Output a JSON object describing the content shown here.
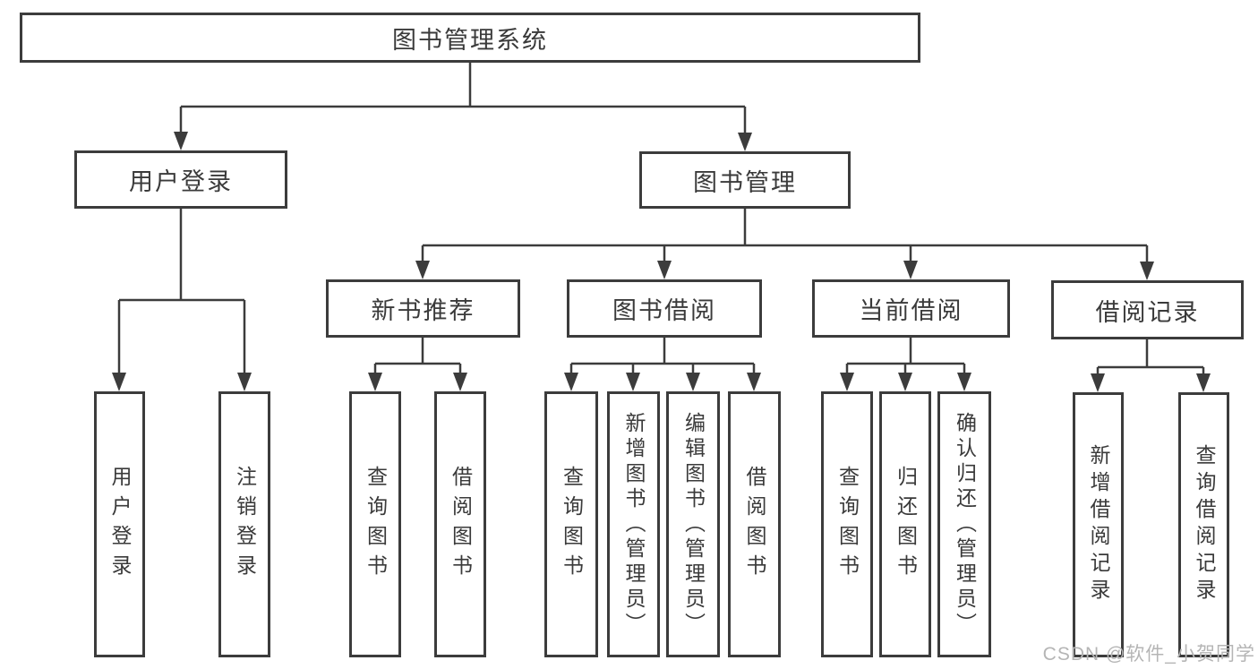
{
  "diagram": {
    "line_color": "#3c3c3c",
    "box_background": "#ffffff",
    "text_color": "#3a3a3a",
    "root": {
      "label": "图书管理系统"
    },
    "branches": [
      {
        "label": "用户登录",
        "children": [
          {
            "label": "用户登录"
          },
          {
            "label": "注销登录"
          }
        ]
      },
      {
        "label": "图书管理",
        "children": [
          {
            "label": "新书推荐",
            "children": [
              {
                "label": "查询图书"
              },
              {
                "label": "借阅图书"
              }
            ]
          },
          {
            "label": "图书借阅",
            "children": [
              {
                "label": "查询图书"
              },
              {
                "label": "新增图书（管理员）"
              },
              {
                "label": "编辑图书（管理员）"
              },
              {
                "label": "借阅图书"
              }
            ]
          },
          {
            "label": "当前借阅",
            "children": [
              {
                "label": "查询图书"
              },
              {
                "label": "归还图书"
              },
              {
                "label": "确认归还（管理员）"
              }
            ]
          },
          {
            "label": "借阅记录",
            "children": [
              {
                "label": "新增借阅记录"
              },
              {
                "label": "查询借阅记录"
              }
            ]
          }
        ]
      }
    ]
  },
  "watermark": {
    "text": "CSDN @软件_小贺同学",
    "color": "#b5b5b5"
  }
}
